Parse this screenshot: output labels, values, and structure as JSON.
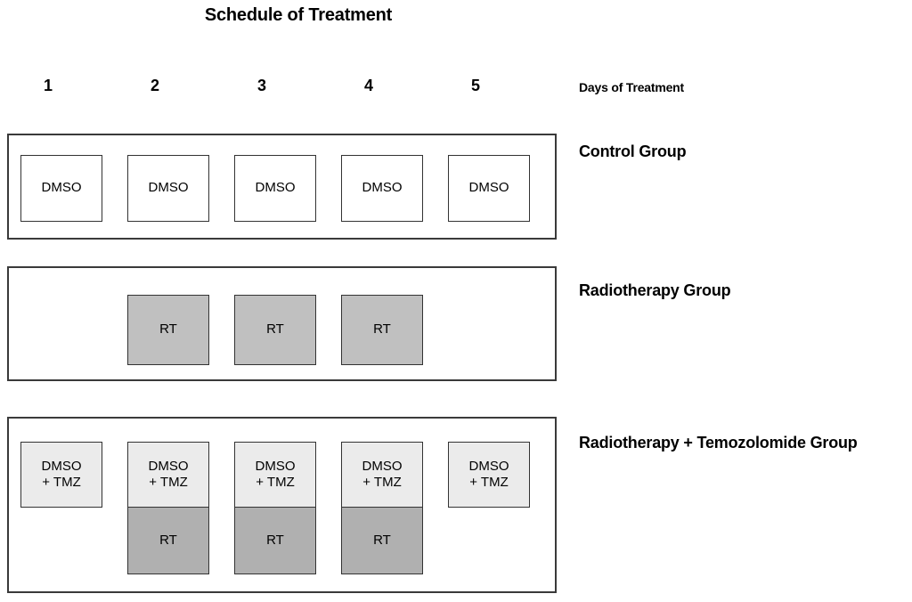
{
  "figure": {
    "title": "Schedule of Treatment",
    "days_label": "Days of Treatment",
    "days": [
      "1",
      "2",
      "3",
      "4",
      "5"
    ]
  },
  "legend_colors": {
    "dmso_fill": "#ffffff",
    "dmso_tmz_fill": "#ebebeb",
    "rt_fill_row2": "#c0c0c0",
    "rt_fill_row3": "#b0b0b0",
    "border": "#333333",
    "container_border": "#3a3a3a",
    "text": "#000000"
  },
  "groups": [
    {
      "label": "Control Group",
      "cells": [
        {
          "day": "1",
          "lines": [
            "DMSO"
          ],
          "fill": "white"
        },
        {
          "day": "2",
          "lines": [
            "DMSO"
          ],
          "fill": "white"
        },
        {
          "day": "3",
          "lines": [
            "DMSO"
          ],
          "fill": "white"
        },
        {
          "day": "4",
          "lines": [
            "DMSO"
          ],
          "fill": "white"
        },
        {
          "day": "5",
          "lines": [
            "DMSO"
          ],
          "fill": "white"
        }
      ]
    },
    {
      "label": "Radiotherapy Group",
      "cells": [
        {
          "day": "2",
          "lines": [
            "RT"
          ],
          "fill": "mid"
        },
        {
          "day": "3",
          "lines": [
            "RT"
          ],
          "fill": "mid"
        },
        {
          "day": "4",
          "lines": [
            "RT"
          ],
          "fill": "mid"
        }
      ]
    },
    {
      "label": "Radiotherapy + Temozolomide Group",
      "cells_top": [
        {
          "day": "1",
          "lines": [
            "DMSO",
            "+ TMZ"
          ],
          "fill": "light"
        },
        {
          "day": "2",
          "lines": [
            "DMSO",
            "+ TMZ"
          ],
          "fill": "light"
        },
        {
          "day": "3",
          "lines": [
            "DMSO",
            "+ TMZ"
          ],
          "fill": "light"
        },
        {
          "day": "4",
          "lines": [
            "DMSO",
            "+ TMZ"
          ],
          "fill": "light"
        },
        {
          "day": "5",
          "lines": [
            "DMSO",
            "+ TMZ"
          ],
          "fill": "light"
        }
      ],
      "cells_bottom": [
        {
          "day": "2",
          "lines": [
            "RT"
          ],
          "fill": "dark"
        },
        {
          "day": "3",
          "lines": [
            "RT"
          ],
          "fill": "dark"
        },
        {
          "day": "4",
          "lines": [
            "RT"
          ],
          "fill": "dark"
        }
      ]
    }
  ]
}
